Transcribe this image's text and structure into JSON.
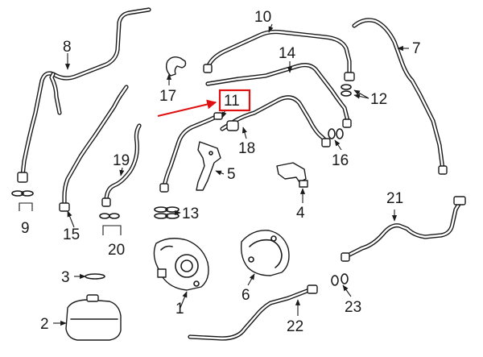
{
  "diagram": {
    "highlight_color": "#e01010",
    "highlighted_callout": "11",
    "callouts": {
      "c1": "1",
      "c2": "2",
      "c3": "3",
      "c4": "4",
      "c5": "5",
      "c6": "6",
      "c7": "7",
      "c8": "8",
      "c9": "9",
      "c10": "10",
      "c11": "11",
      "c12": "12",
      "c13": "13",
      "c14": "14",
      "c15": "15",
      "c16": "16",
      "c17": "17",
      "c18": "18",
      "c19": "19",
      "c20": "20",
      "c21": "21",
      "c22": "22",
      "c23": "23"
    }
  }
}
